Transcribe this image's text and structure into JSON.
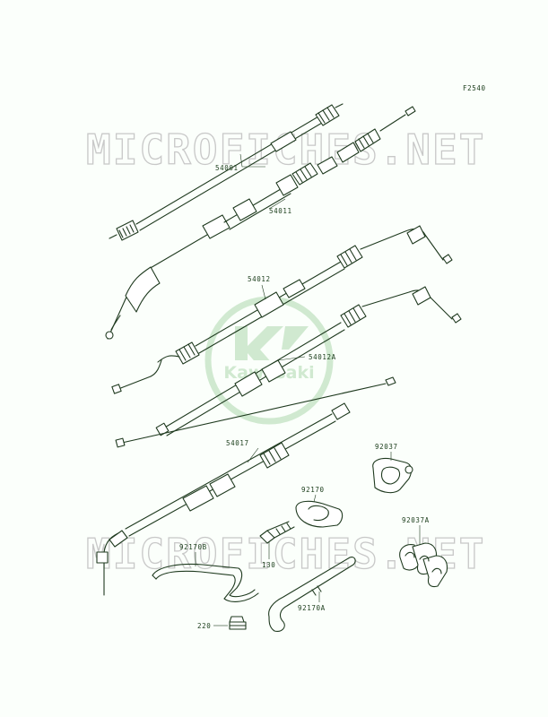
{
  "figure_code": "F2540",
  "watermark": {
    "text": "MICROFICHES.NET",
    "color": "#c8c8c8"
  },
  "logo": {
    "text": "Kawasaki",
    "color": "#c9e6c9"
  },
  "colors": {
    "line": "#1f3a1f",
    "background": "#fbfffb"
  },
  "parts": [
    {
      "ref": "54001"
    },
    {
      "ref": "54011"
    },
    {
      "ref": "54012"
    },
    {
      "ref": "54012A"
    },
    {
      "ref": "54017"
    },
    {
      "ref": "92037"
    },
    {
      "ref": "92170"
    },
    {
      "ref": "92037A"
    },
    {
      "ref": "92170B"
    },
    {
      "ref": "130"
    },
    {
      "ref": "92170A"
    },
    {
      "ref": "220"
    }
  ]
}
